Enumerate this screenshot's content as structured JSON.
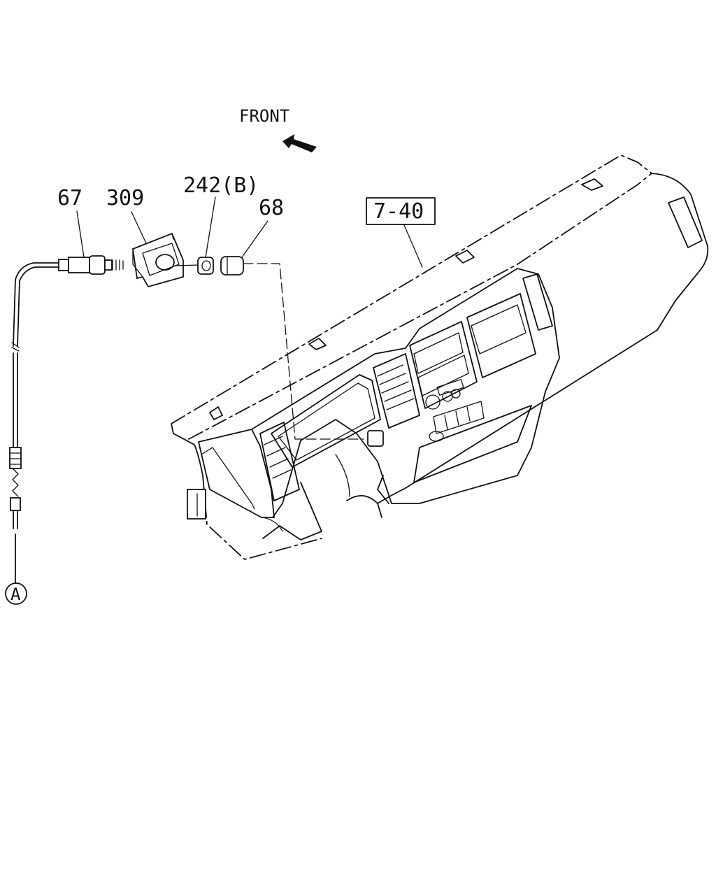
{
  "front_label": "FRONT",
  "callouts": {
    "part_67": "67",
    "part_309": "309",
    "part_242b": "242(B)",
    "part_68": "68",
    "ref_7_40": "7-40",
    "connector_a": "A"
  },
  "icons": [
    "front-arrow-icon"
  ],
  "colors": {
    "line": "#111111",
    "background": "#ffffff"
  }
}
